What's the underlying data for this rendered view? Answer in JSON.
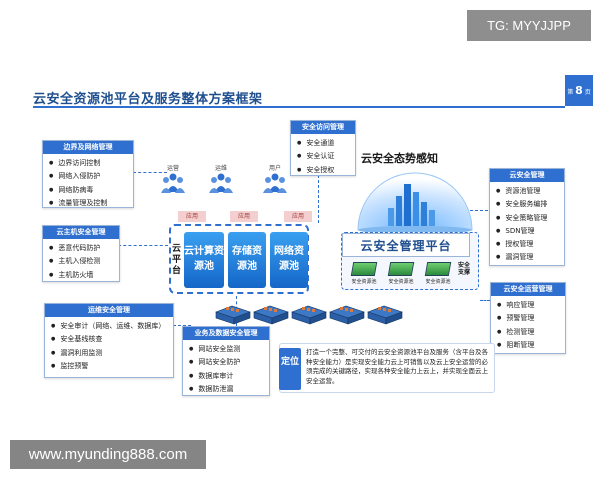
{
  "watermarks": {
    "tg": "TG: MYYJJPP",
    "site": "www.myunding888.com"
  },
  "page": {
    "title": "云安全资源池平台及服务整体方案框架",
    "page_prefix": "第",
    "page_num": "8",
    "page_suffix": "页"
  },
  "boxes": {
    "border": {
      "title": "边界及网络管理",
      "items": [
        "边界访问控制",
        "网络入侵防护",
        "网络防病毒",
        "流量管理及控制"
      ]
    },
    "host": {
      "title": "云主机安全管理",
      "items": [
        "恶意代码防护",
        "主机入侵检测",
        "主机防火墙"
      ]
    },
    "ops_security": {
      "title": "运维安全管理",
      "items": [
        "安全审计（网络、运维、数据库）",
        "安全基线核查",
        "漏洞利用监测",
        "监控预警"
      ]
    },
    "access": {
      "title": "安全访问管理",
      "items": [
        "安全通道",
        "安全认证",
        "安全授权"
      ]
    },
    "business": {
      "title": "业务及数据安全管理",
      "items": [
        "网站安全监测",
        "网站安全防护",
        "数据库审计",
        "数据防泄漏"
      ]
    },
    "cloud_security": {
      "title": "云安全管理",
      "items": [
        "资源池管理",
        "安全服务编排",
        "安全策略管理",
        "SDN管理",
        "授权管理",
        "漏洞管理"
      ]
    },
    "cloud_ops": {
      "title": "云安全运营管理",
      "items": [
        "响应管理",
        "预警管理",
        "检测管理",
        "阻断管理"
      ]
    }
  },
  "center": {
    "situational": "云安全态势感知",
    "people": [
      "运营",
      "运维",
      "用户"
    ],
    "app_tags": [
      "应用",
      "应用",
      "应用"
    ],
    "cloud_platform_label": "云平台",
    "pools": [
      "云计算资源池",
      "存储资源池",
      "网络资源池"
    ],
    "mgmt_platform": "云安全管理平台",
    "sec_chips": [
      "安全资源池",
      "安全资源池",
      "安全资源池"
    ],
    "sec_vert": "安全支撑"
  },
  "positioning": {
    "badge": "定位",
    "text": "打造一个完整、可交付的云安全资源池平台及服务（含平台及各种安全能力）是实现安全能力云上可销售以及云上安全运营的必须完成的关键路径，实现各种安全能力上云上，并实现全面云上安全运营。"
  },
  "colors": {
    "accent": "#2f6fd0",
    "title": "#1f4f8f",
    "pool": "#1566c8"
  }
}
